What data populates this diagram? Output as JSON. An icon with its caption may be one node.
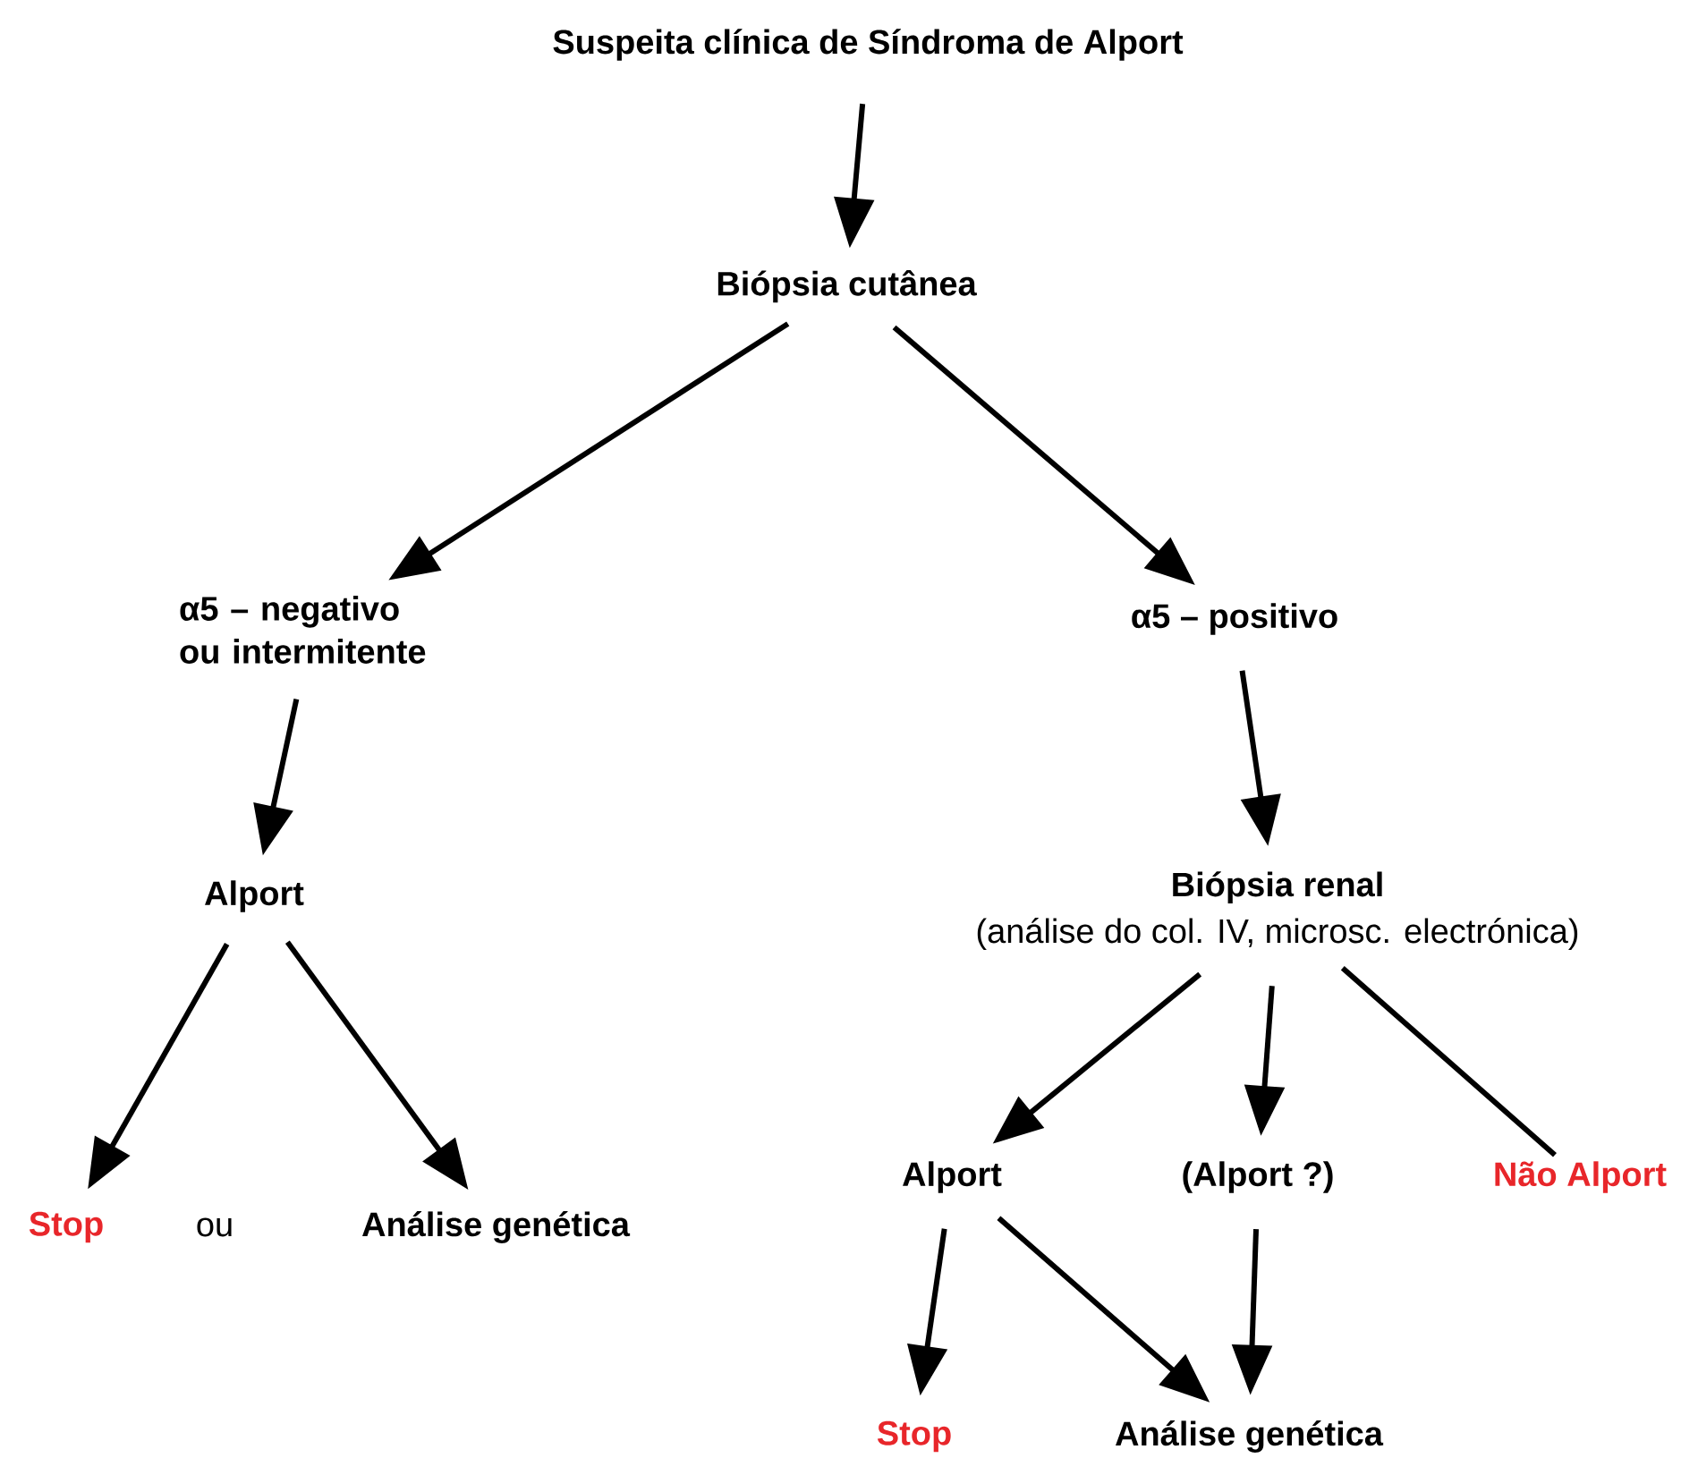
{
  "diagram": {
    "nodes": [
      {
        "text": [
          "Suspeita clínica de Síndroma de Alport"
        ]
      },
      {
        "text": [
          "Biópsia cutânea"
        ]
      },
      {
        "text": [
          "α5 – negativo ou intermitente"
        ]
      },
      {
        "text": [
          "α5 – positivo"
        ]
      },
      {
        "text": [
          "Alport"
        ]
      },
      {
        "text": [
          "Biópsia renal",
          "(análise do col. IV, microsc. electrónica)"
        ]
      },
      {
        "text": [
          "Stop"
        ]
      },
      {
        "text": [
          "Análise genética"
        ]
      },
      {
        "text": [
          "Alport"
        ]
      },
      {
        "text": [
          "(Alport ?)"
        ]
      },
      {
        "text": [
          "Não Alport"
        ]
      },
      {
        "text": [
          "Stop"
        ]
      },
      {
        "text": [
          "Análise genética"
        ]
      }
    ],
    "edges": [
      {
        "from": 0,
        "to": 1,
        "arrow": "to"
      },
      {
        "from": 1,
        "to": 2,
        "arrow": "to"
      },
      {
        "from": 1,
        "to": 3,
        "arrow": "to"
      },
      {
        "from": 2,
        "to": 4,
        "arrow": "to"
      },
      {
        "from": 3,
        "to": 5,
        "arrow": "to"
      },
      {
        "from": 4,
        "to": 6,
        "arrow": "to"
      },
      {
        "from": 4,
        "to": 7,
        "arrow": "to"
      },
      {
        "from": 5,
        "to": 8,
        "arrow": "to"
      },
      {
        "from": 5,
        "to": 9,
        "arrow": "to"
      },
      {
        "from": 5,
        "to": 10,
        "arrow": "none"
      },
      {
        "from": 8,
        "to": 11,
        "arrow": "to"
      },
      {
        "from": 8,
        "to": 12,
        "arrow": "to"
      },
      {
        "from": 9,
        "to": 12,
        "arrow": "to"
      }
    ],
    "labels": [
      "ou"
    ]
  }
}
